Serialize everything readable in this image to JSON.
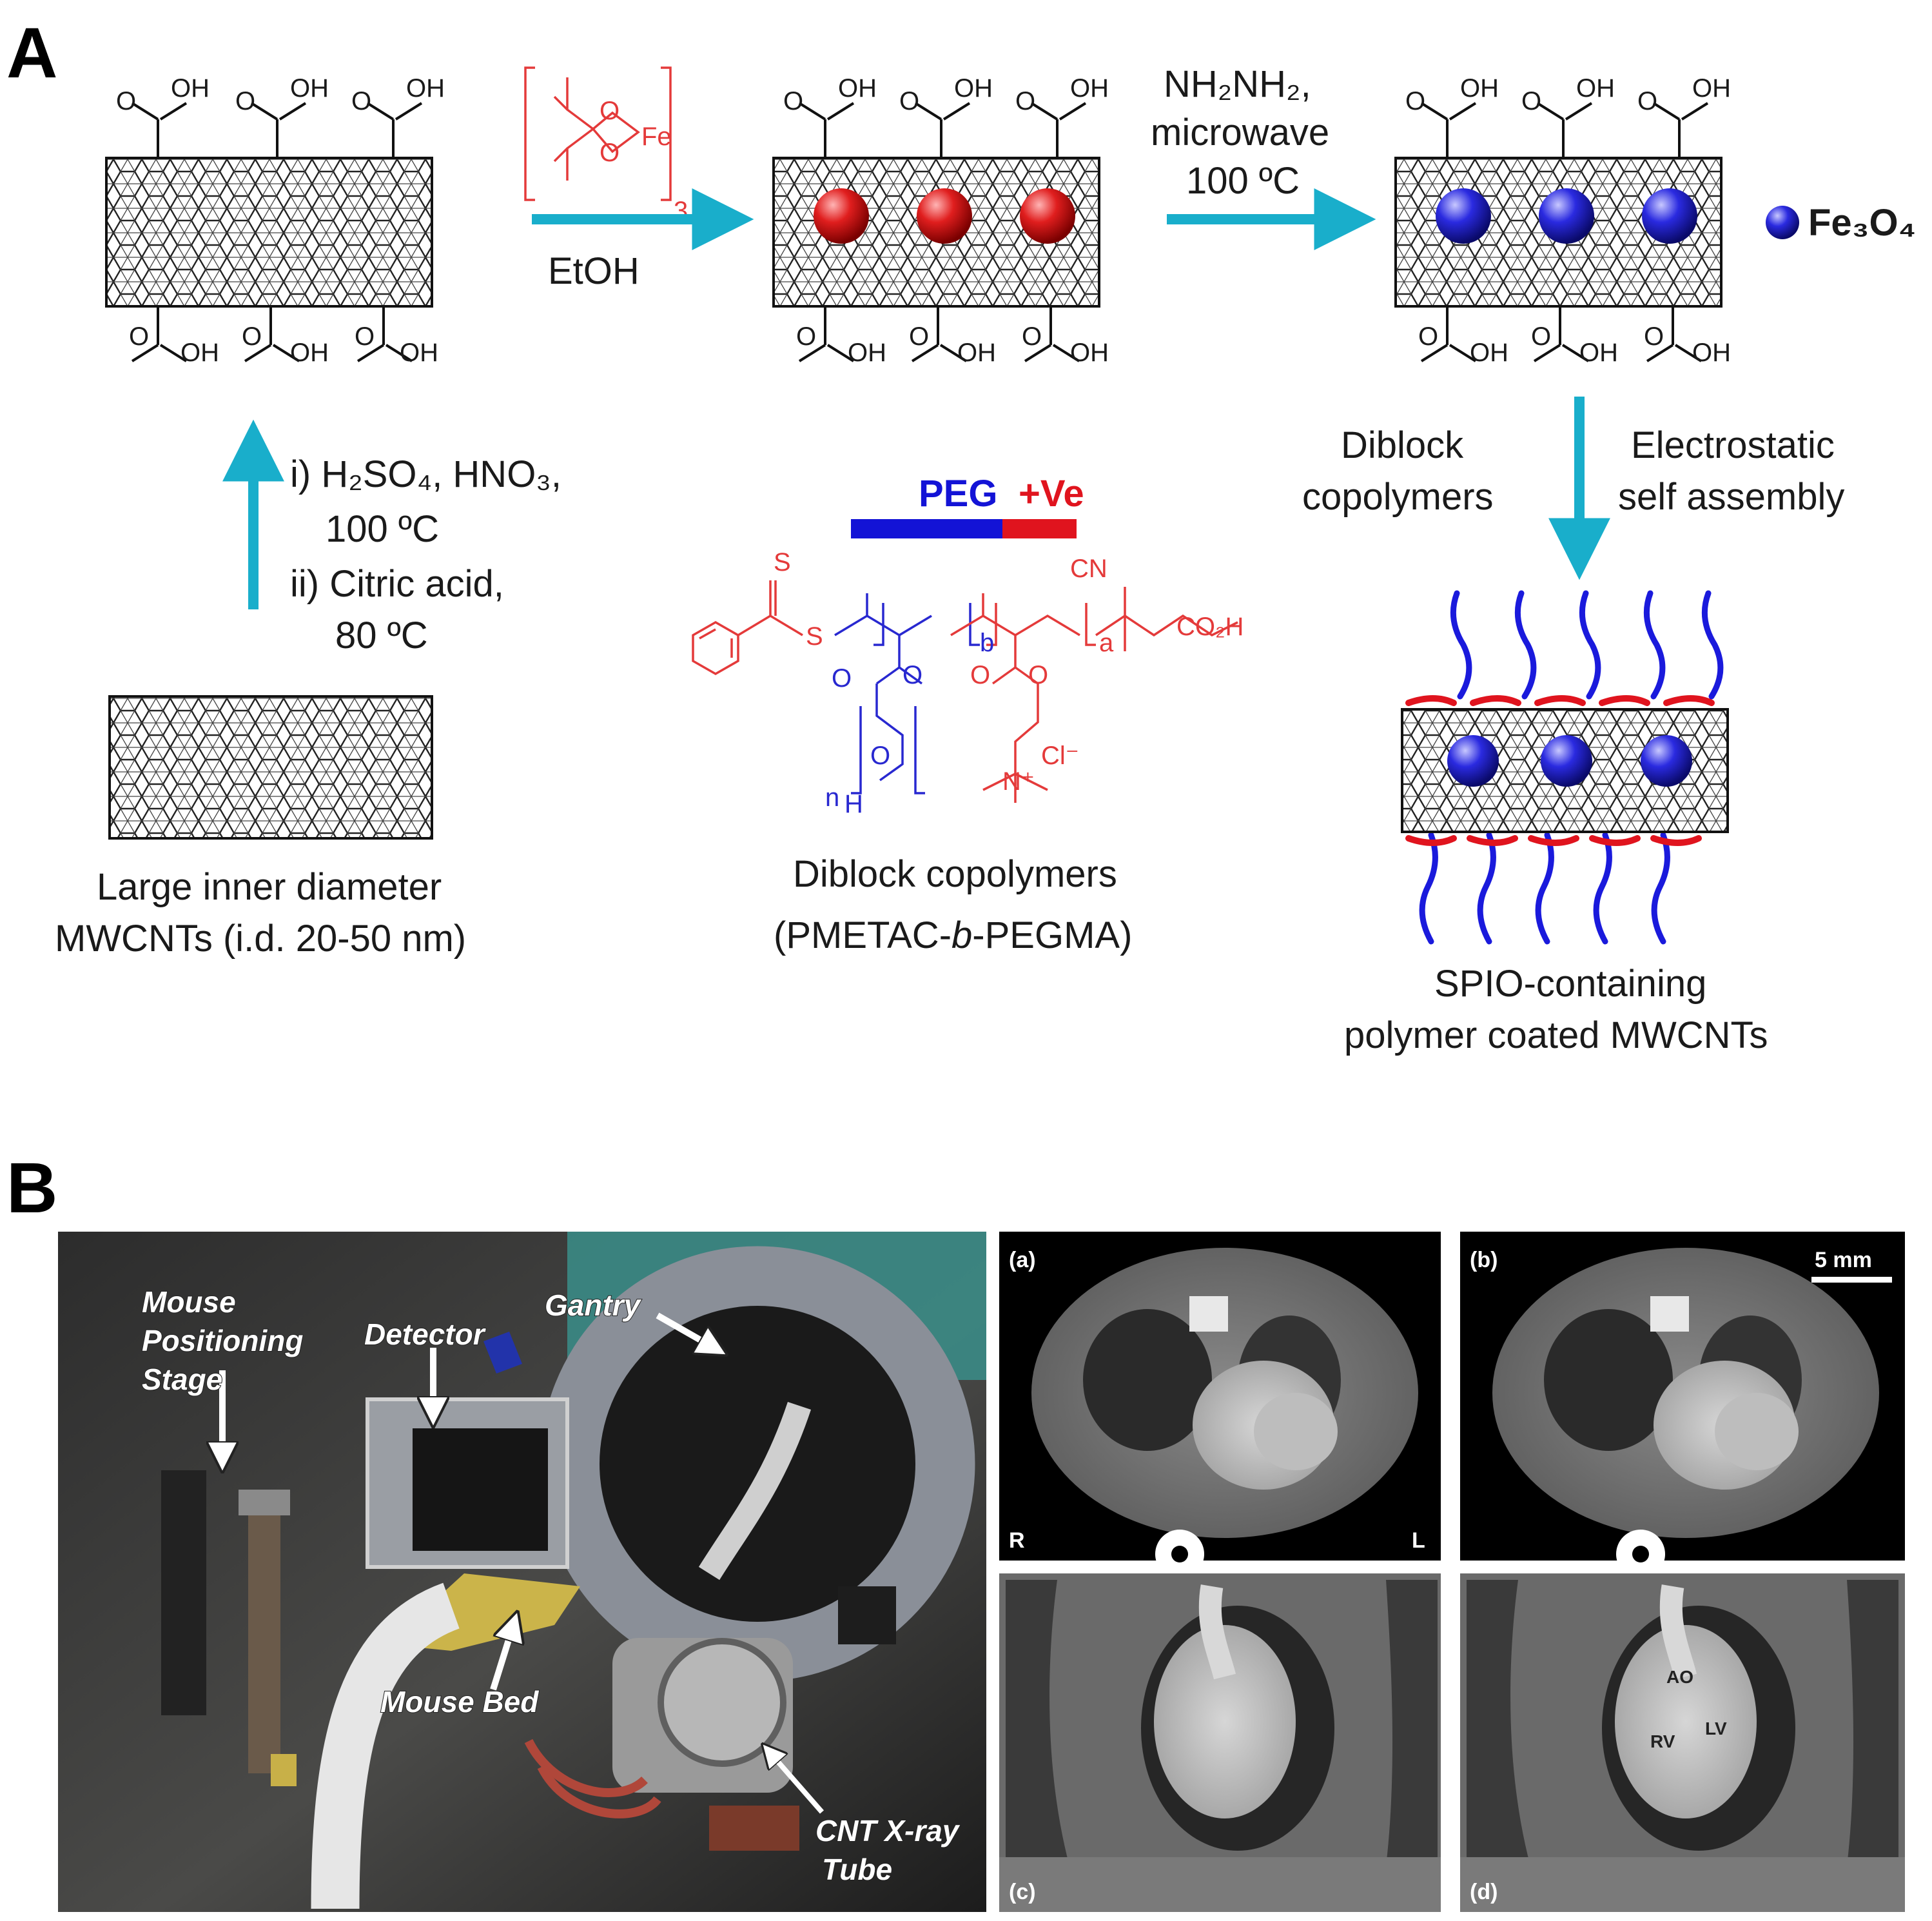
{
  "panels": {
    "a_letter": "A",
    "b_letter": "B"
  },
  "scheme": {
    "oxidation_label_line1": "i) H₂SO₄, HNO₃,",
    "oxidation_label_line2": "100 ºC",
    "oxidation_label_line3": "ii) Citric acid,",
    "oxidation_label_line4": "80 ºC",
    "step1_solvent": "EtOH",
    "fe_reagent_metal": "Fe",
    "fe_reagent_subscript": "3",
    "step2_line1": "NH₂NH₂,",
    "step2_line2": "microwave",
    "step2_line3": "100 ºC",
    "legend_label": "Fe₃O₄",
    "start_caption_line1": "Large inner diameter",
    "start_caption_line2": "MWCNTs (i.d. 20-50 nm)",
    "diblock_side_line1": "Diblock",
    "diblock_side_line2": "copolymers",
    "assembly_line1": "Electrostatic",
    "assembly_line2": "self assembly",
    "product_caption_line1": "SPIO-containing",
    "product_caption_line2": "polymer coated MWCNTs",
    "polymer_bar_peg": "PEG",
    "polymer_bar_pos": "+Ve",
    "polymer_caption_line1": "Diblock copolymers",
    "polymer_caption_line2_a": "(PMETAC-",
    "polymer_caption_line2_b": "b",
    "polymer_caption_line2_c": "-PEGMA)",
    "cooh_oh": "OH",
    "cooh_o": "O",
    "chem_s": "S",
    "chem_cn": "CN",
    "chem_co2h": "CO₂H",
    "chem_b": "b",
    "chem_a": "a",
    "chem_n": "n",
    "chem_h": "H",
    "chem_cl": "Cl⁻",
    "chem_nplus": "N⁺"
  },
  "photo": {
    "label_mouse_stage_1": "Mouse",
    "label_mouse_stage_2": "Positioning",
    "label_mouse_stage_3": "Stage",
    "label_detector": "Detector",
    "label_gantry": "Gantry",
    "label_mouse_bed": "Mouse Bed",
    "label_tube_1": "CNT X-ray",
    "label_tube_2": "Tube"
  },
  "ct": {
    "a": "(a)",
    "b": "(b)",
    "c": "(c)",
    "d": "(d)",
    "scale": "5 mm",
    "r": "R",
    "l": "L",
    "ao": "AO",
    "rv": "RV",
    "lv": "LV"
  },
  "colors": {
    "arrow": "#19aecb",
    "red_particle": "#e01e1e",
    "blue_particle": "#2a2ae0",
    "peg_blue": "#1313d6",
    "pos_red": "#e0141e",
    "chem_red": "#e43a3a",
    "chem_blue": "#2828d0"
  }
}
